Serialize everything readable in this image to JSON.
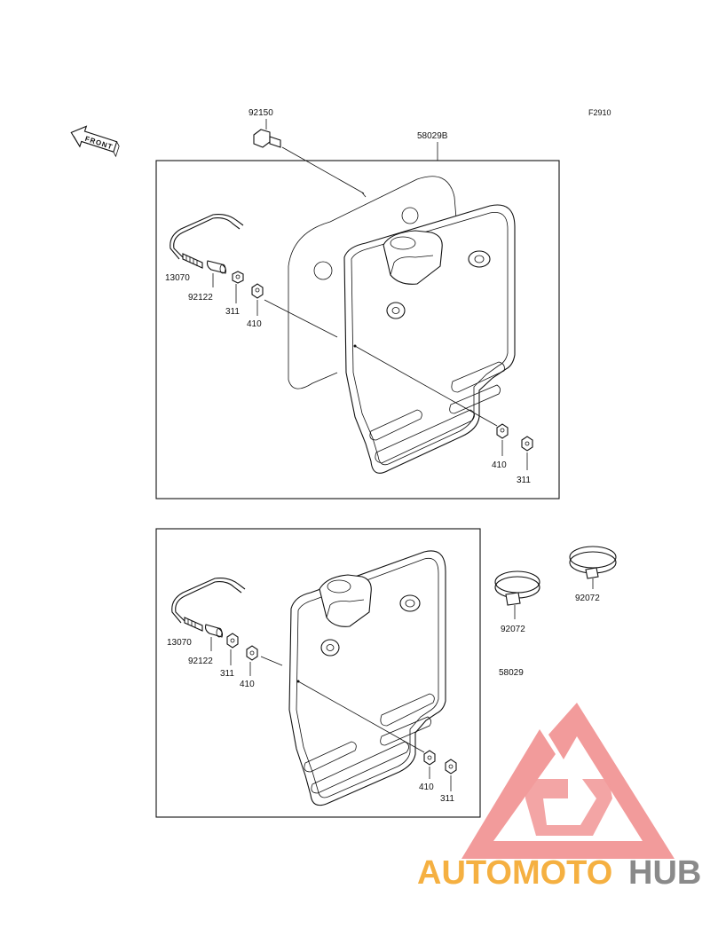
{
  "ref_code": "F2910",
  "front_label": "FRONT",
  "assembly_top": "58029B",
  "assembly_bottom": "58029",
  "top_box": {
    "bolt": "92150",
    "hook": "13070",
    "spacer": "92122",
    "nut_a": "311",
    "washer_a": "410",
    "washer_b": "410",
    "nut_b": "311"
  },
  "bottom_box": {
    "hook": "13070",
    "spacer": "92122",
    "nut_a": "311",
    "washer_a": "410",
    "washer_b": "410",
    "nut_b": "311"
  },
  "bands": {
    "band_right": "92072",
    "band_left": "92072"
  },
  "watermark": {
    "brand_orange": "AUTOMOTO",
    "brand_gray": "HUB",
    "colors": {
      "triangle": "#f08a8a",
      "orange": "#f5b041",
      "gray": "#8a8a8a"
    }
  }
}
